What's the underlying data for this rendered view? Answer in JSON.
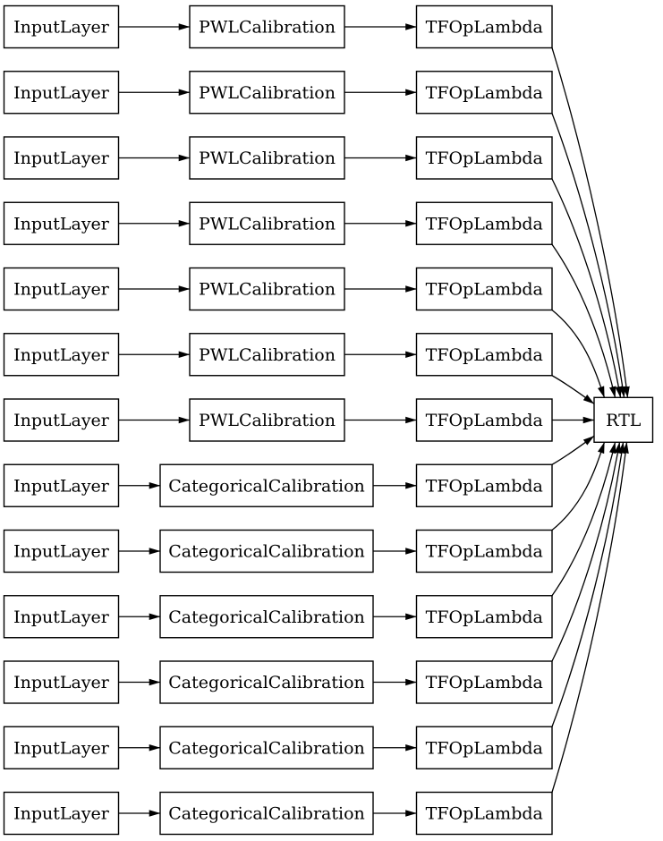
{
  "diagram": {
    "type": "keras-model-graph",
    "colors": {
      "background": "#ffffff",
      "node_fill": "#ffffff",
      "node_border": "#000000",
      "edge": "#000000",
      "text": "#000000"
    },
    "output_node": {
      "label": "RTL"
    },
    "rows": [
      {
        "input": "InputLayer",
        "calibration": "PWLCalibration",
        "op": "TFOpLambda"
      },
      {
        "input": "InputLayer",
        "calibration": "PWLCalibration",
        "op": "TFOpLambda"
      },
      {
        "input": "InputLayer",
        "calibration": "PWLCalibration",
        "op": "TFOpLambda"
      },
      {
        "input": "InputLayer",
        "calibration": "PWLCalibration",
        "op": "TFOpLambda"
      },
      {
        "input": "InputLayer",
        "calibration": "PWLCalibration",
        "op": "TFOpLambda"
      },
      {
        "input": "InputLayer",
        "calibration": "PWLCalibration",
        "op": "TFOpLambda"
      },
      {
        "input": "InputLayer",
        "calibration": "PWLCalibration",
        "op": "TFOpLambda"
      },
      {
        "input": "InputLayer",
        "calibration": "CategoricalCalibration",
        "op": "TFOpLambda"
      },
      {
        "input": "InputLayer",
        "calibration": "CategoricalCalibration",
        "op": "TFOpLambda"
      },
      {
        "input": "InputLayer",
        "calibration": "CategoricalCalibration",
        "op": "TFOpLambda"
      },
      {
        "input": "InputLayer",
        "calibration": "CategoricalCalibration",
        "op": "TFOpLambda"
      },
      {
        "input": "InputLayer",
        "calibration": "CategoricalCalibration",
        "op": "TFOpLambda"
      },
      {
        "input": "InputLayer",
        "calibration": "CategoricalCalibration",
        "op": "TFOpLambda"
      }
    ]
  }
}
